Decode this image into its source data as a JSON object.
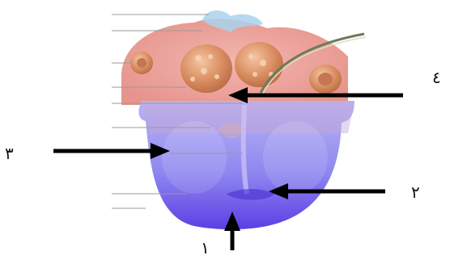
{
  "labels": {
    "one": "١",
    "two": "٢",
    "three": "٣",
    "four": "٤"
  },
  "colors": {
    "tongue": "#8a86f0",
    "tongue_tip": "#5a3ee6",
    "papillae": "#d89a78",
    "arrow": "#000000",
    "background": "#ffffff"
  }
}
